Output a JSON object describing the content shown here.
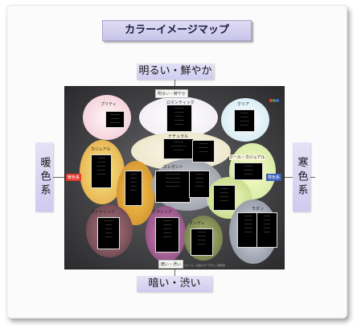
{
  "title": "カラーイメージマップ",
  "axes": {
    "top": "明るい・鮮やか",
    "bottom": "暗い・渋い",
    "left": "暖色系",
    "right": "寒色系"
  },
  "board": {
    "inner_top": "明るい・鮮やか",
    "inner_bottom": "暗い・渋い",
    "inner_left": "暖色系",
    "inner_right": "寒色系",
    "credit": "資料：カラーイメージスケール／日本カラーデザイン研究所",
    "groups": {
      "pretty": "プリティ",
      "romantic": "ロマンティック",
      "clear": "クリア",
      "natural": "ナチュラル",
      "casual": "カジュアル",
      "cool_casual": "クール・カジュアル",
      "elegant": "エレガント",
      "dynamic": "ダイナミック",
      "classic": "クラシック",
      "dandy": "ダンディ",
      "modern": "モダン"
    }
  },
  "colors": {
    "title_bg": "#cfcbef",
    "label_bg": "#dedbf3",
    "board_bg": "#444446",
    "warm_tag": "#e23a2c",
    "cool_tag": "#3a5fb8"
  }
}
